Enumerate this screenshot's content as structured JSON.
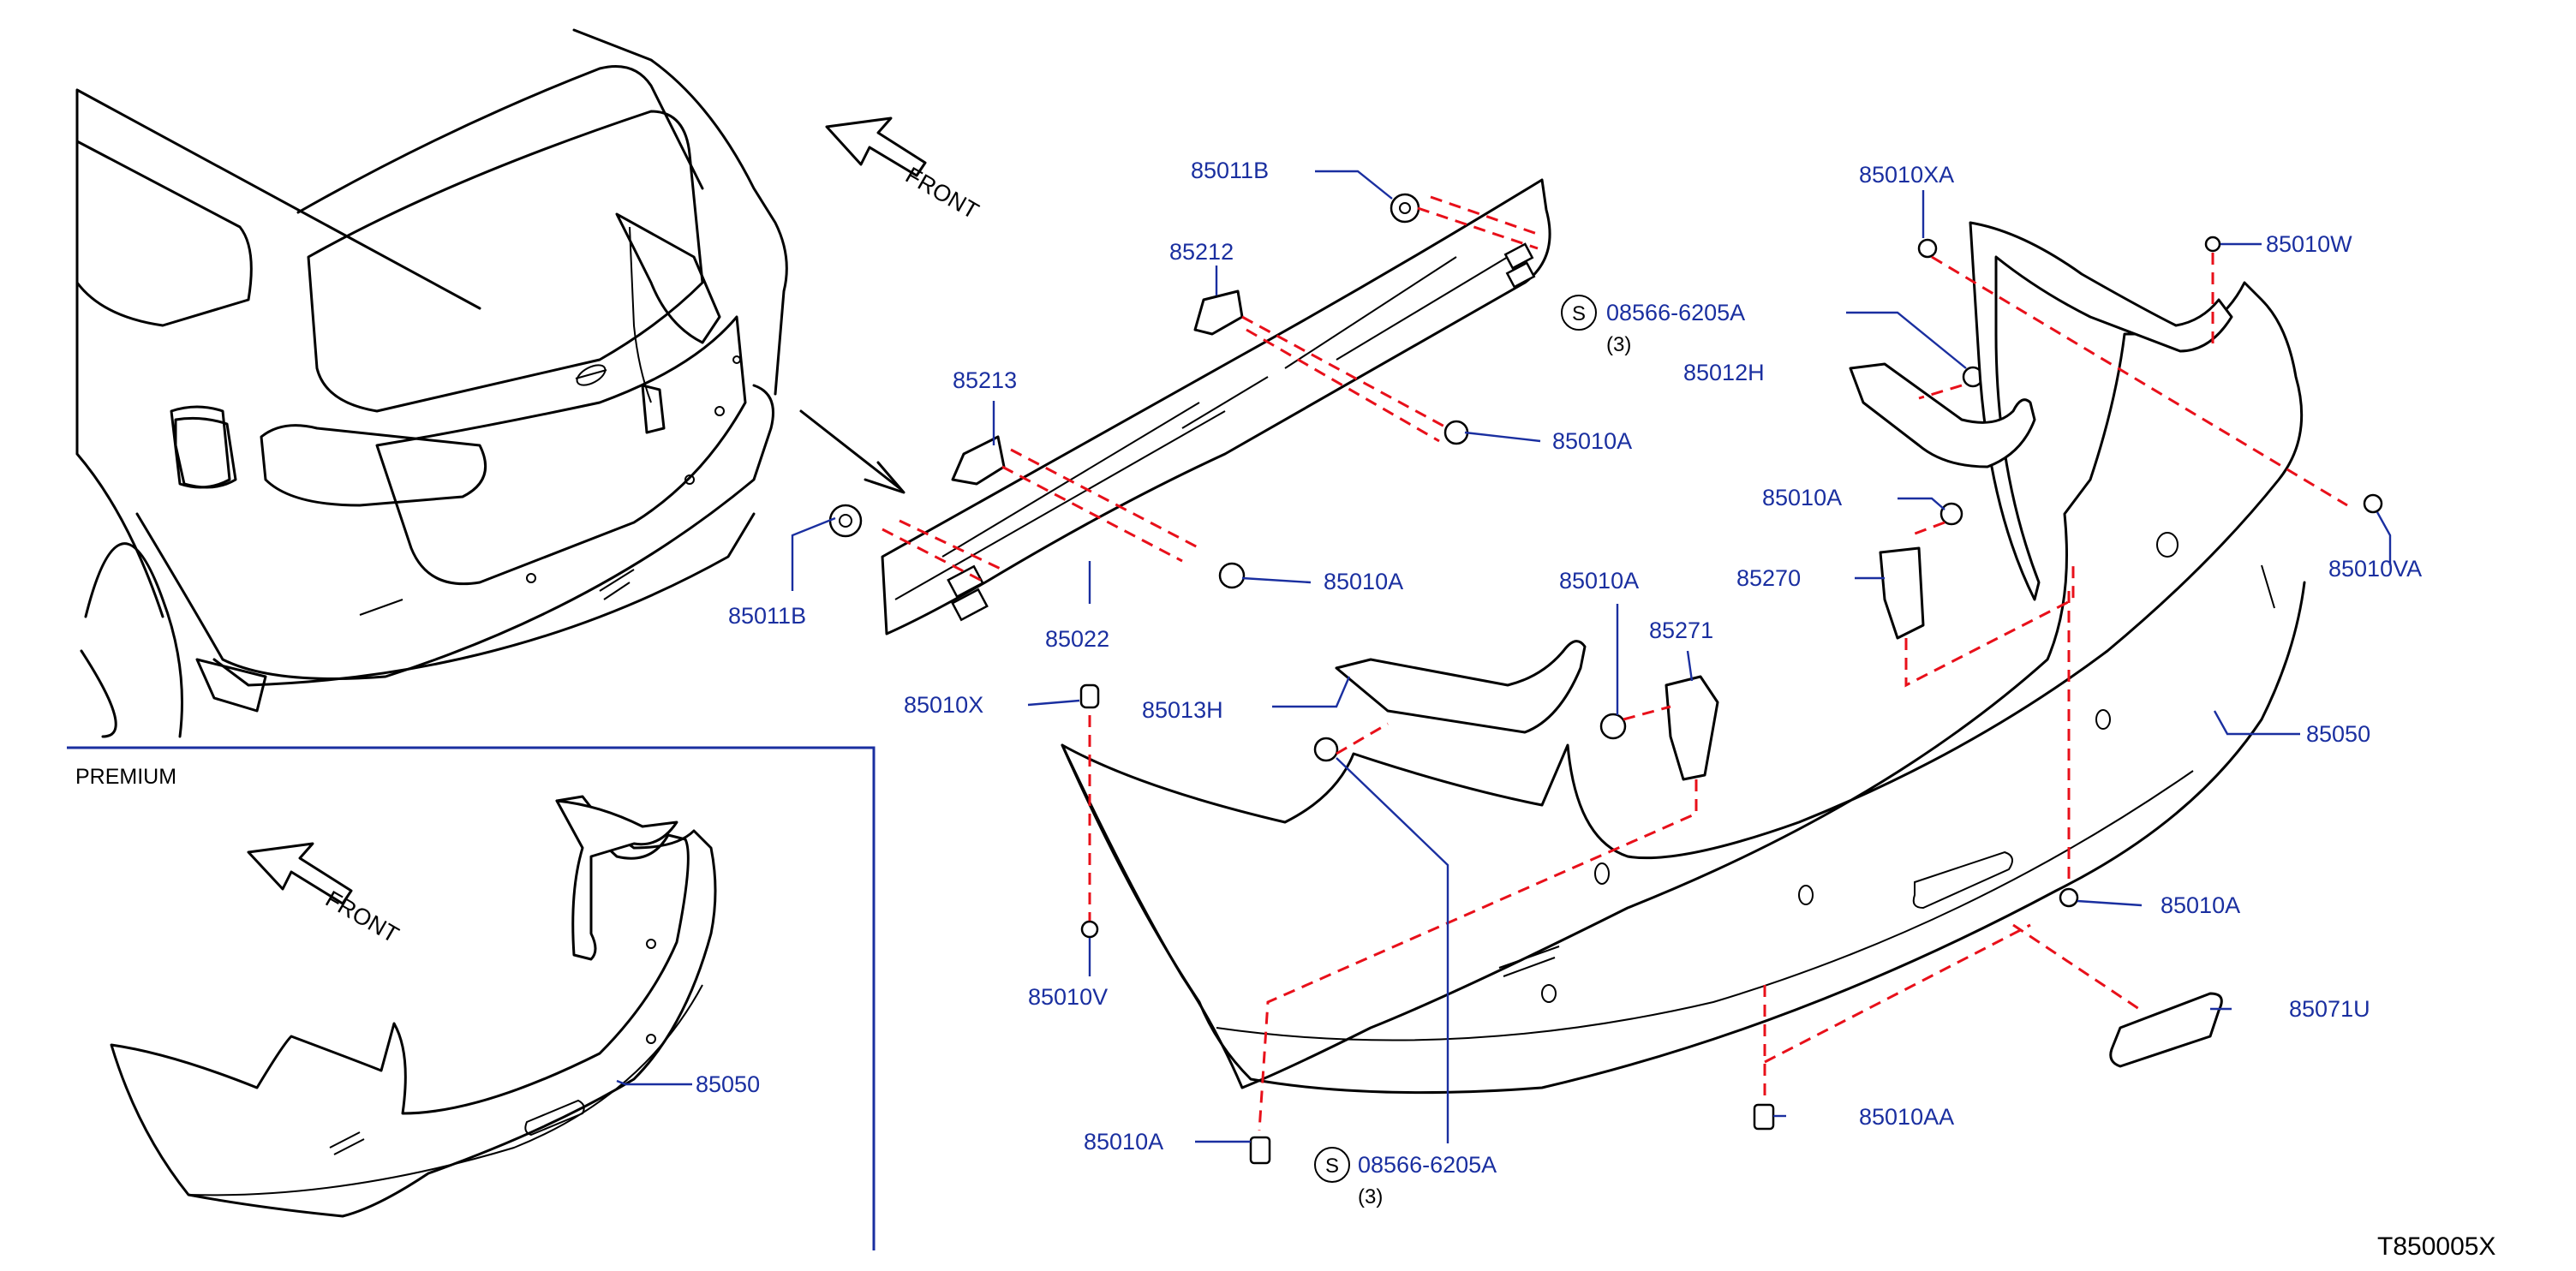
{
  "diagram_code": "T850005X",
  "front_label": "FRONT",
  "inset": {
    "title": "PREMIUM",
    "part_label": "85050"
  },
  "colors": {
    "label": "#1a2fa0",
    "connector": "#e8101a",
    "line": "#000000"
  },
  "labels": {
    "p85011B_top": "85011B",
    "p85011B_left": "85011B",
    "p85212": "85212",
    "p85213": "85213",
    "p85022": "85022",
    "p85010A_1": "85010A",
    "p85010A_2": "85010A",
    "p85010A_3": "85010A",
    "p85010A_4": "85010A",
    "p85010A_5": "85010A",
    "p85010A_6": "85010A",
    "p85010XA": "85010XA",
    "p85010W": "85010W",
    "p85012H": "85012H",
    "p85270": "85270",
    "p85271": "85271",
    "p85010VA": "85010VA",
    "p85010X": "85010X",
    "p85013H": "85013H",
    "p85050": "85050",
    "p85010V": "85010V",
    "p85071U": "85071U",
    "p85010AA": "85010AA"
  },
  "std_parts": {
    "symbol": "S",
    "upper": {
      "number": "08566-6205A",
      "qty": "(3)"
    },
    "lower": {
      "number": "08566-6205A",
      "qty": "(3)"
    }
  }
}
